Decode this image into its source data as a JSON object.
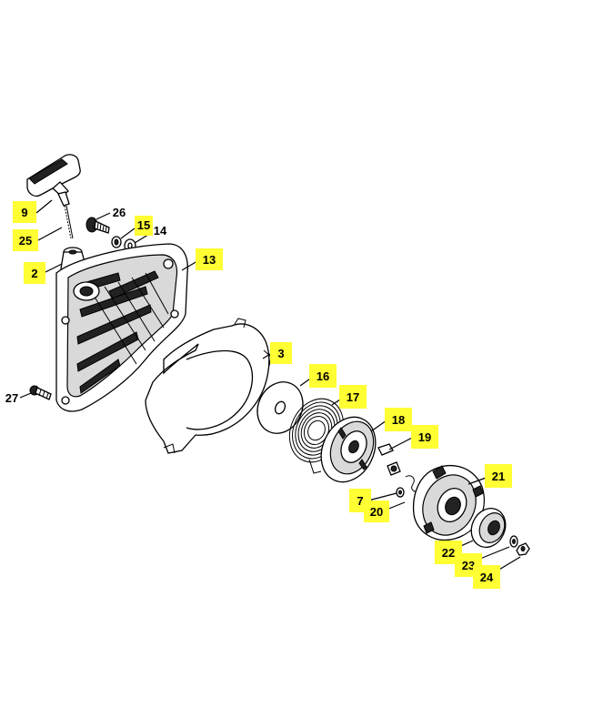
{
  "diagram": {
    "labels": {
      "p9": "9",
      "p25": "25",
      "p2": "2",
      "p26": "26",
      "p15": "15",
      "p14": "14",
      "p13": "13",
      "p27": "27",
      "p3": "3",
      "p16": "16",
      "p17": "17",
      "p18": "18",
      "p19": "19",
      "p7": "7",
      "p20": "20",
      "p21": "21",
      "p22": "22",
      "p23": "23",
      "p24": "24"
    },
    "highlight_color": "#ffff33"
  }
}
